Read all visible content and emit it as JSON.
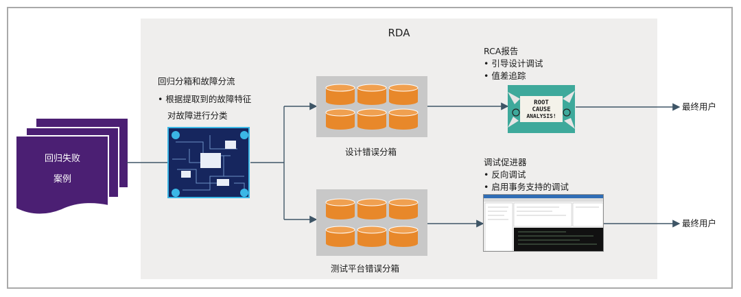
{
  "rda_title": "RDA",
  "input": {
    "line1": "回归失败",
    "line2": "案例"
  },
  "triage": {
    "title": "回归分箱和故障分流",
    "bullet": "• 根据提取到的故障特征",
    "bullet_cont": "对故障进行分类"
  },
  "bins": {
    "design": "设计错误分箱",
    "testbench": "测试平台错误分箱"
  },
  "rca": {
    "title": "RCA报告",
    "items": [
      "• 引导设计调试",
      "• 值差追踪"
    ],
    "image_text": [
      "ROOT",
      "CAUSE",
      "ANALYSIS!"
    ]
  },
  "debugger": {
    "title": "调试促进器",
    "items": [
      "• 反向调试",
      "• 启用事务支持的调试"
    ]
  },
  "outputs": {
    "user_top": "最终用户",
    "user_bottom": "最终用户"
  },
  "colors": {
    "accent_orange": "#e8882a",
    "purple": "#4b1f73",
    "panel_gray": "#efeeed",
    "bin_gray": "#c8c8c8",
    "arrow": "#3e5566"
  }
}
